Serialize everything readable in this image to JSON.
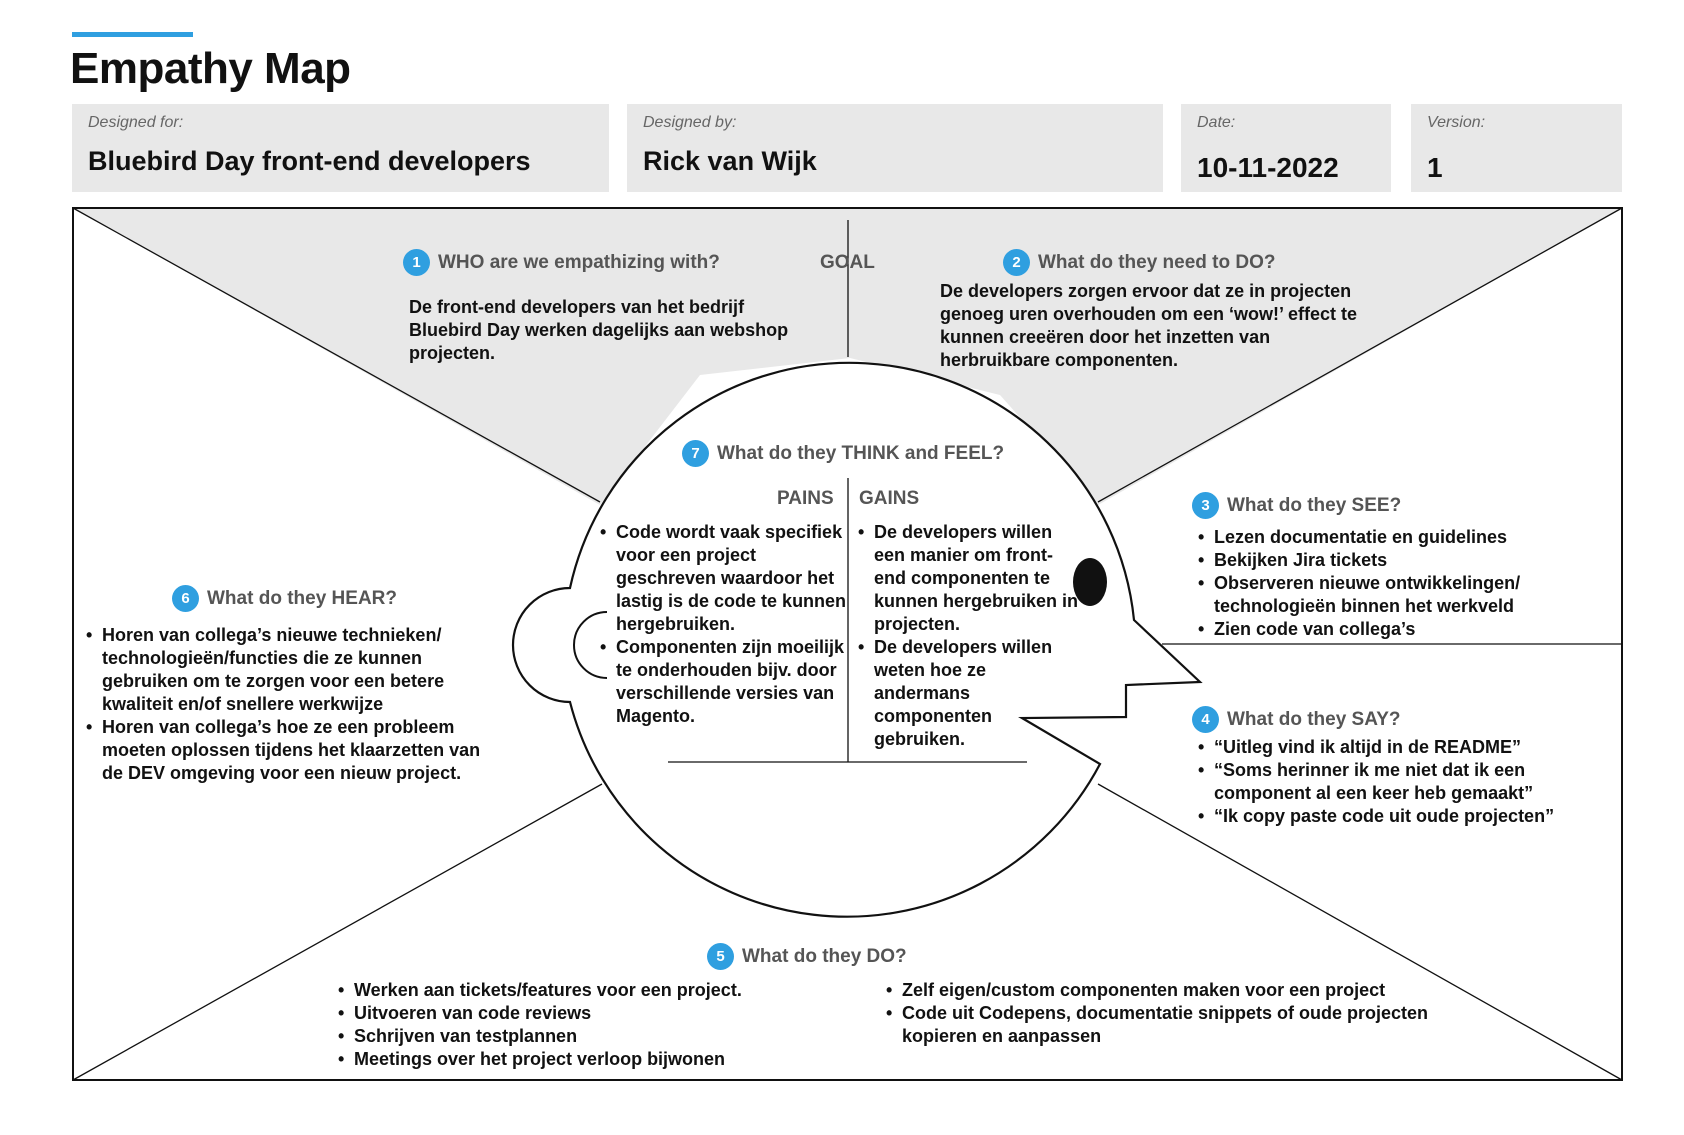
{
  "title": "Empathy Map",
  "header": {
    "designed_for": {
      "label": "Designed for:",
      "value": "Bluebird Day front-end developers"
    },
    "designed_by": {
      "label": "Designed by:",
      "value": "Rick van Wijk"
    },
    "date": {
      "label": "Date:",
      "value": "10-11-2022"
    },
    "version": {
      "label": "Version:",
      "value": "1"
    }
  },
  "goal_label": "GOAL",
  "sections": {
    "who": {
      "number": "1",
      "title": "WHO are we empathizing with?",
      "text": "De front-end developers van het bedrijf Bluebird Day werken dagelijks aan webshop projecten."
    },
    "need": {
      "number": "2",
      "title": "What do they need to DO?",
      "text": "De developers zorgen ervoor dat ze in projecten genoeg uren overhouden om een ‘wow!’ effect te kunnen creeëren  door het inzetten van herbruikbare componenten."
    },
    "see": {
      "number": "3",
      "title": "What do they SEE?",
      "items": [
        "Lezen documentatie en guidelines",
        "Bekijken Jira tickets",
        "Observeren nieuwe ontwikkelingen/ technologieën binnen het werkveld",
        "Zien code van collega’s"
      ]
    },
    "say": {
      "number": "4",
      "title": "What do they SAY?",
      "items": [
        "“Uitleg vind ik altijd in de README”",
        "“Soms herinner ik me niet dat ik een component al een keer heb gemaakt”",
        "“Ik copy paste code uit oude projecten”"
      ]
    },
    "do": {
      "number": "5",
      "title": "What do they DO?",
      "items_left": [
        "Werken aan tickets/features voor een project.",
        "Uitvoeren van code reviews",
        "Schrijven van testplannen",
        "Meetings over het project verloop bijwonen"
      ],
      "items_right": [
        "Zelf eigen/custom componenten maken voor een project",
        "Code uit Codepens, documentatie snippets of oude projecten kopieren en aanpassen"
      ]
    },
    "hear": {
      "number": "6",
      "title": "What do they HEAR?",
      "items": [
        "Horen van collega’s nieuwe technieken/ technologieën/functies die ze kunnen gebruiken om te zorgen voor een betere kwaliteit en/of snellere werkwijze",
        "Horen van collega’s hoe ze een probleem moeten oplossen tijdens het klaarzetten van de DEV omgeving voor een nieuw project."
      ]
    },
    "think_feel": {
      "number": "7",
      "title": "What do they THINK and FEEL?",
      "pains_label": "PAINS",
      "gains_label": "GAINS",
      "pains": [
        "Code wordt vaak specifiek voor een project geschreven waardoor het lastig is de code te kunnen hergebruiken.",
        "Componenten zijn moeilijk te onderhouden bijv. door verschillende versies van Magento."
      ],
      "gains": [
        "De developers willen een manier om front-end componenten te kunnen hergebruiken in projecten.",
        "De developers willen weten hoe ze andermans componenten gebruiken."
      ]
    }
  },
  "colors": {
    "accent": "#2f9fe0",
    "shaded_area": "#e8e8e8",
    "line": "#111111"
  }
}
